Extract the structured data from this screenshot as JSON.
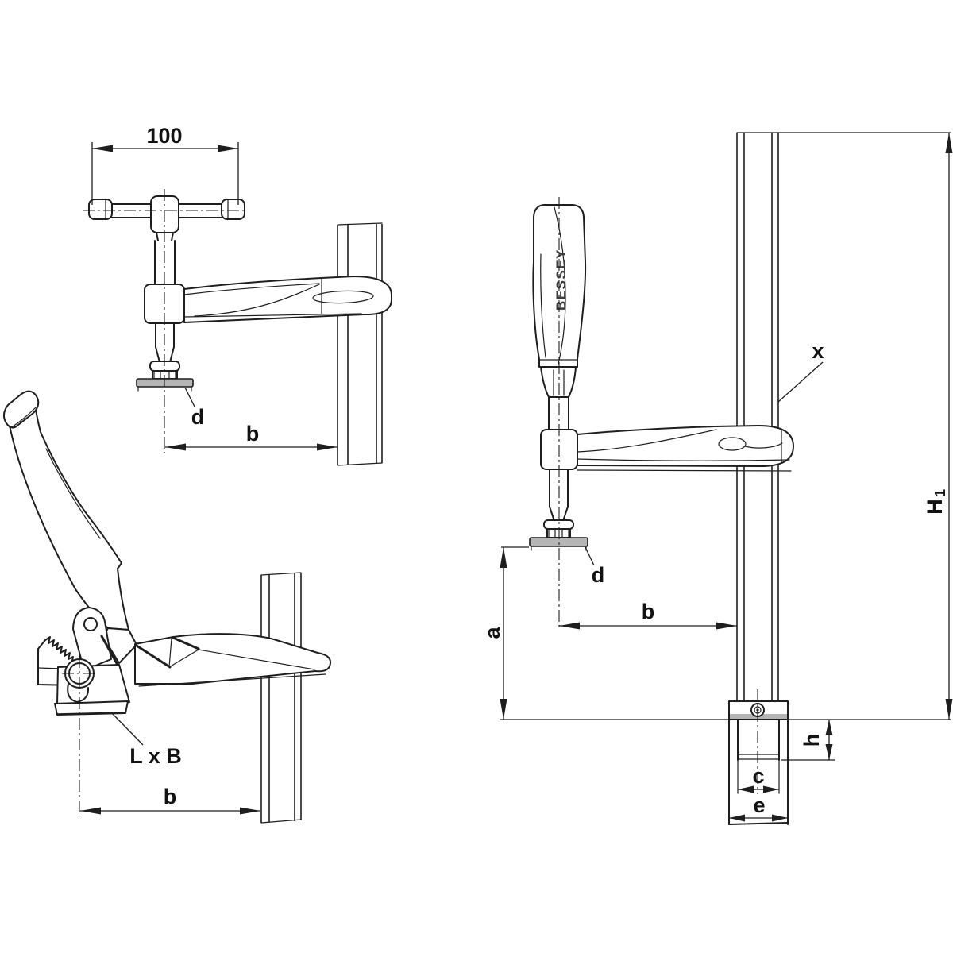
{
  "title": "BESSEY clamping element technical drawing",
  "colors": {
    "background": "#ffffff",
    "line": "#1e1e1e",
    "pad_gray": "#b5b5b5"
  },
  "brand": "BESSEY",
  "views": {
    "spindle_top": {
      "dims": {
        "width100": "100",
        "d": "d",
        "b": "b"
      }
    },
    "lever": {
      "dims": {
        "lxb": "L x B",
        "b": "b"
      }
    },
    "main": {
      "dims": {
        "x": "x",
        "h1_main": "H",
        "h1_sub": "1",
        "a": "a",
        "b": "b",
        "d": "d",
        "h": "h",
        "c": "c",
        "e": "e"
      }
    }
  }
}
